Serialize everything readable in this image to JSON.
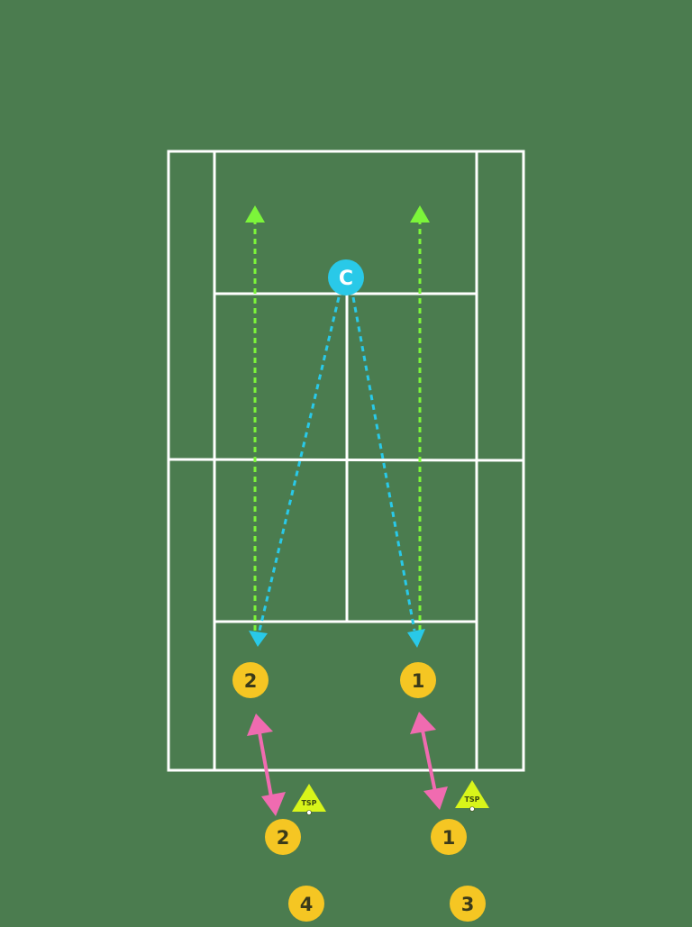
{
  "colors": {
    "background": "#4b7c4f",
    "court_lines": "#ffffff",
    "player": "#f5c623",
    "player_text": "#3a3a1a",
    "coach": "#29c9e8",
    "coach_text": "#ffffff",
    "green_run": "#7cf53a",
    "blue_ball": "#29c9e8",
    "pink_move": "#f06bb0",
    "cone": "#d8f51a",
    "cone_text": "#3a4a10"
  },
  "coach": {
    "label": "C"
  },
  "players": {
    "court_left": "2",
    "court_right": "1",
    "queue_left_front": "2",
    "queue_right_front": "1",
    "queue_left_back": "4",
    "queue_right_back": "3"
  },
  "cones": {
    "left": "TSP",
    "right": "TSP"
  }
}
